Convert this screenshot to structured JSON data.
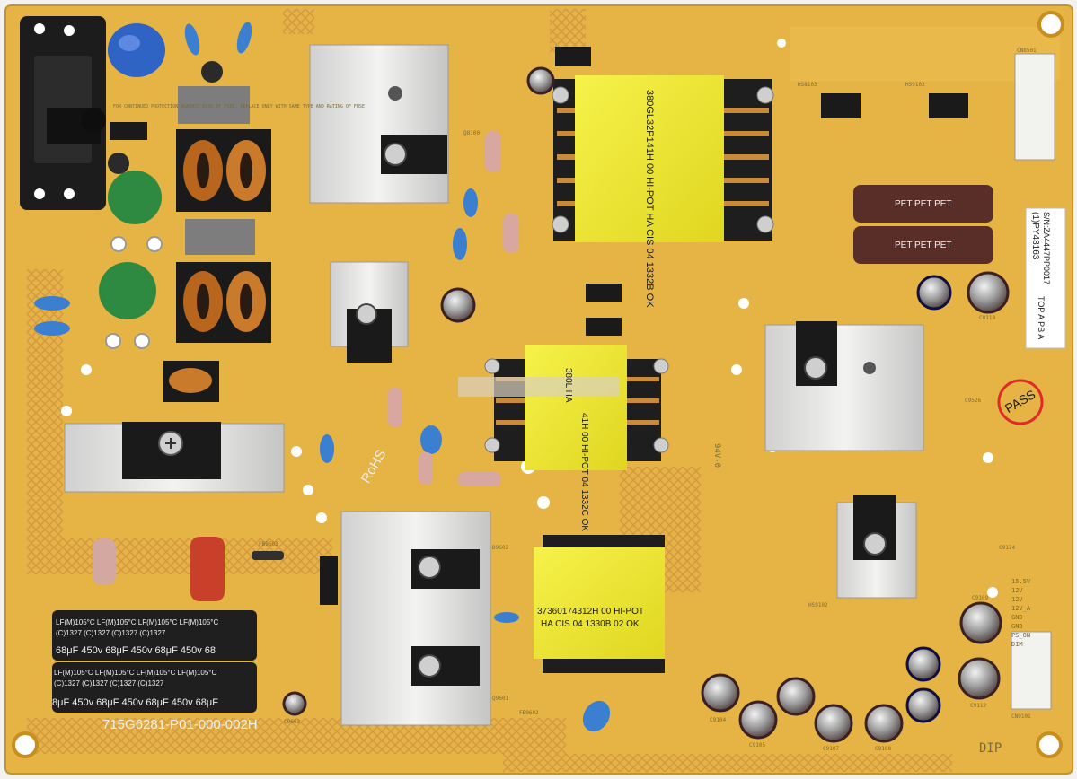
{
  "board": {
    "part_number": "715G6281-P01-000-002H",
    "rohs": "RoHS",
    "top_side": "TOP A PB A"
  },
  "sticker": {
    "line1": "(1)PY48163",
    "line2": "S/N:ZA4447PP0017"
  },
  "pass_stamp": "PASS",
  "transformers": {
    "main_text": "380GL32P141H  00  HI-POT\nHA  CIS 04  1332B  OK",
    "mid_text": "380L\nHA",
    "mid_text_b": "41H  00  HI-POT\n04  1332C  OK",
    "low_text_1": "37360174312H   00   HI-POT",
    "low_text_2": "HA  CIS 04  1330B 02  OK"
  },
  "capacitors": {
    "bulk_label_1": "LF(M)105°C  LF(M)105°C  LF(M)105°C  LF(M)105°C",
    "bulk_label_2": "(C)1327     (C)1327     (C)1327     (C)1327",
    "bulk_rating": "68μF 450v   68μF 450v   68μF 450v   68",
    "bulk_rating_b": "8μF 450v   68μF 450v   68μF 450v   68μF",
    "brown_label": "PET  PET  PET"
  },
  "silkscreen": {
    "caution": "FOR CONTINUED PROTECTION AGAINST RISK OF FIRE, REPLACE ONLY WITH SAME TYPE AND RATING OF FUSE",
    "output_labels": [
      "15.5V",
      "12V",
      "12V",
      "12V_A",
      "GND",
      "GND",
      "PS_ON",
      "DIM"
    ],
    "refs": [
      "CN8501",
      "CN9101",
      "HS8103",
      "HS9103",
      "Q8100",
      "D9602",
      "Q9601",
      "C9124",
      "C9526",
      "C8110",
      "C9104",
      "C9105",
      "C9107",
      "C9108",
      "C9112",
      "C9109",
      "C9603",
      "FB9602",
      "FB9603",
      "HS9102"
    ],
    "dip": "DIP",
    "ul_mark": "94V-0"
  },
  "colors": {
    "pcb": "#e7b443",
    "pcb_dark": "#c98f1e",
    "mesh": "#d8a85a",
    "heatsink": "#e4e4e2",
    "tape": "#f2ee2a",
    "copper": "#c87a2a"
  }
}
